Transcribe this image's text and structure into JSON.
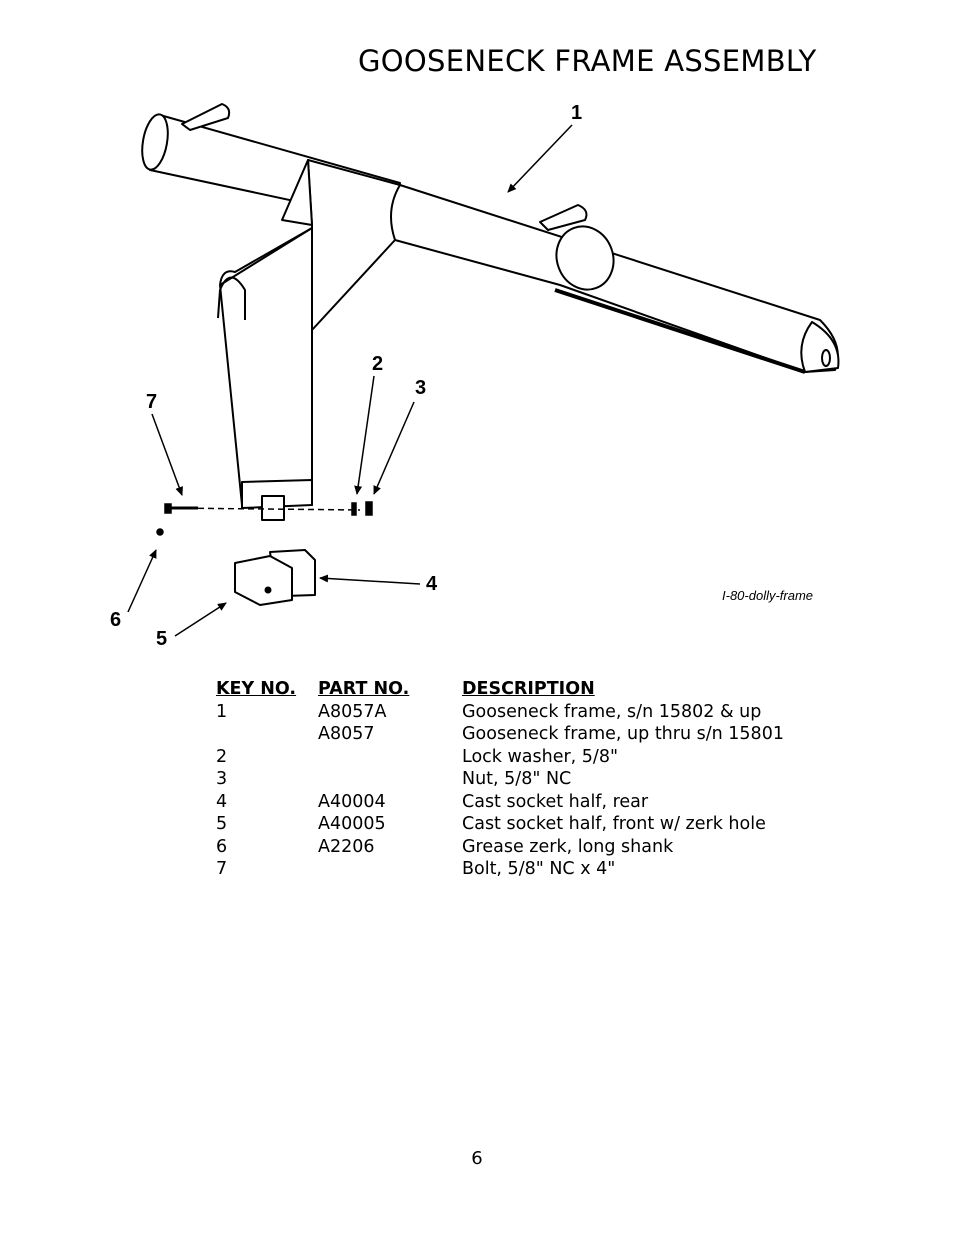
{
  "title": "GOOSENECK FRAME ASSEMBLY",
  "figure": {
    "label": "I-80-dolly-frame",
    "callouts": [
      "1",
      "2",
      "3",
      "4",
      "5",
      "6",
      "7"
    ]
  },
  "table": {
    "headers": {
      "key": "KEY NO.",
      "part": "PART NO.",
      "description": "DESCRIPTION"
    },
    "rows": [
      {
        "key": "1",
        "part": "A8057A",
        "description": "Gooseneck frame, s/n 15802 & up"
      },
      {
        "key": "",
        "part": "A8057",
        "description": "Gooseneck frame, up thru s/n 15801"
      },
      {
        "key": "2",
        "part": "",
        "description": "Lock washer, 5/8\""
      },
      {
        "key": "3",
        "part": "",
        "description": "Nut, 5/8\" NC"
      },
      {
        "key": "4",
        "part": "A40004",
        "description": "Cast socket half, rear"
      },
      {
        "key": "5",
        "part": "A40005",
        "description": "Cast socket half, front w/ zerk hole"
      },
      {
        "key": "6",
        "part": "A2206",
        "description": "Grease zerk, long shank"
      },
      {
        "key": "7",
        "part": "",
        "description": "Bolt, 5/8\" NC x 4\""
      }
    ]
  },
  "page_number": "6"
}
